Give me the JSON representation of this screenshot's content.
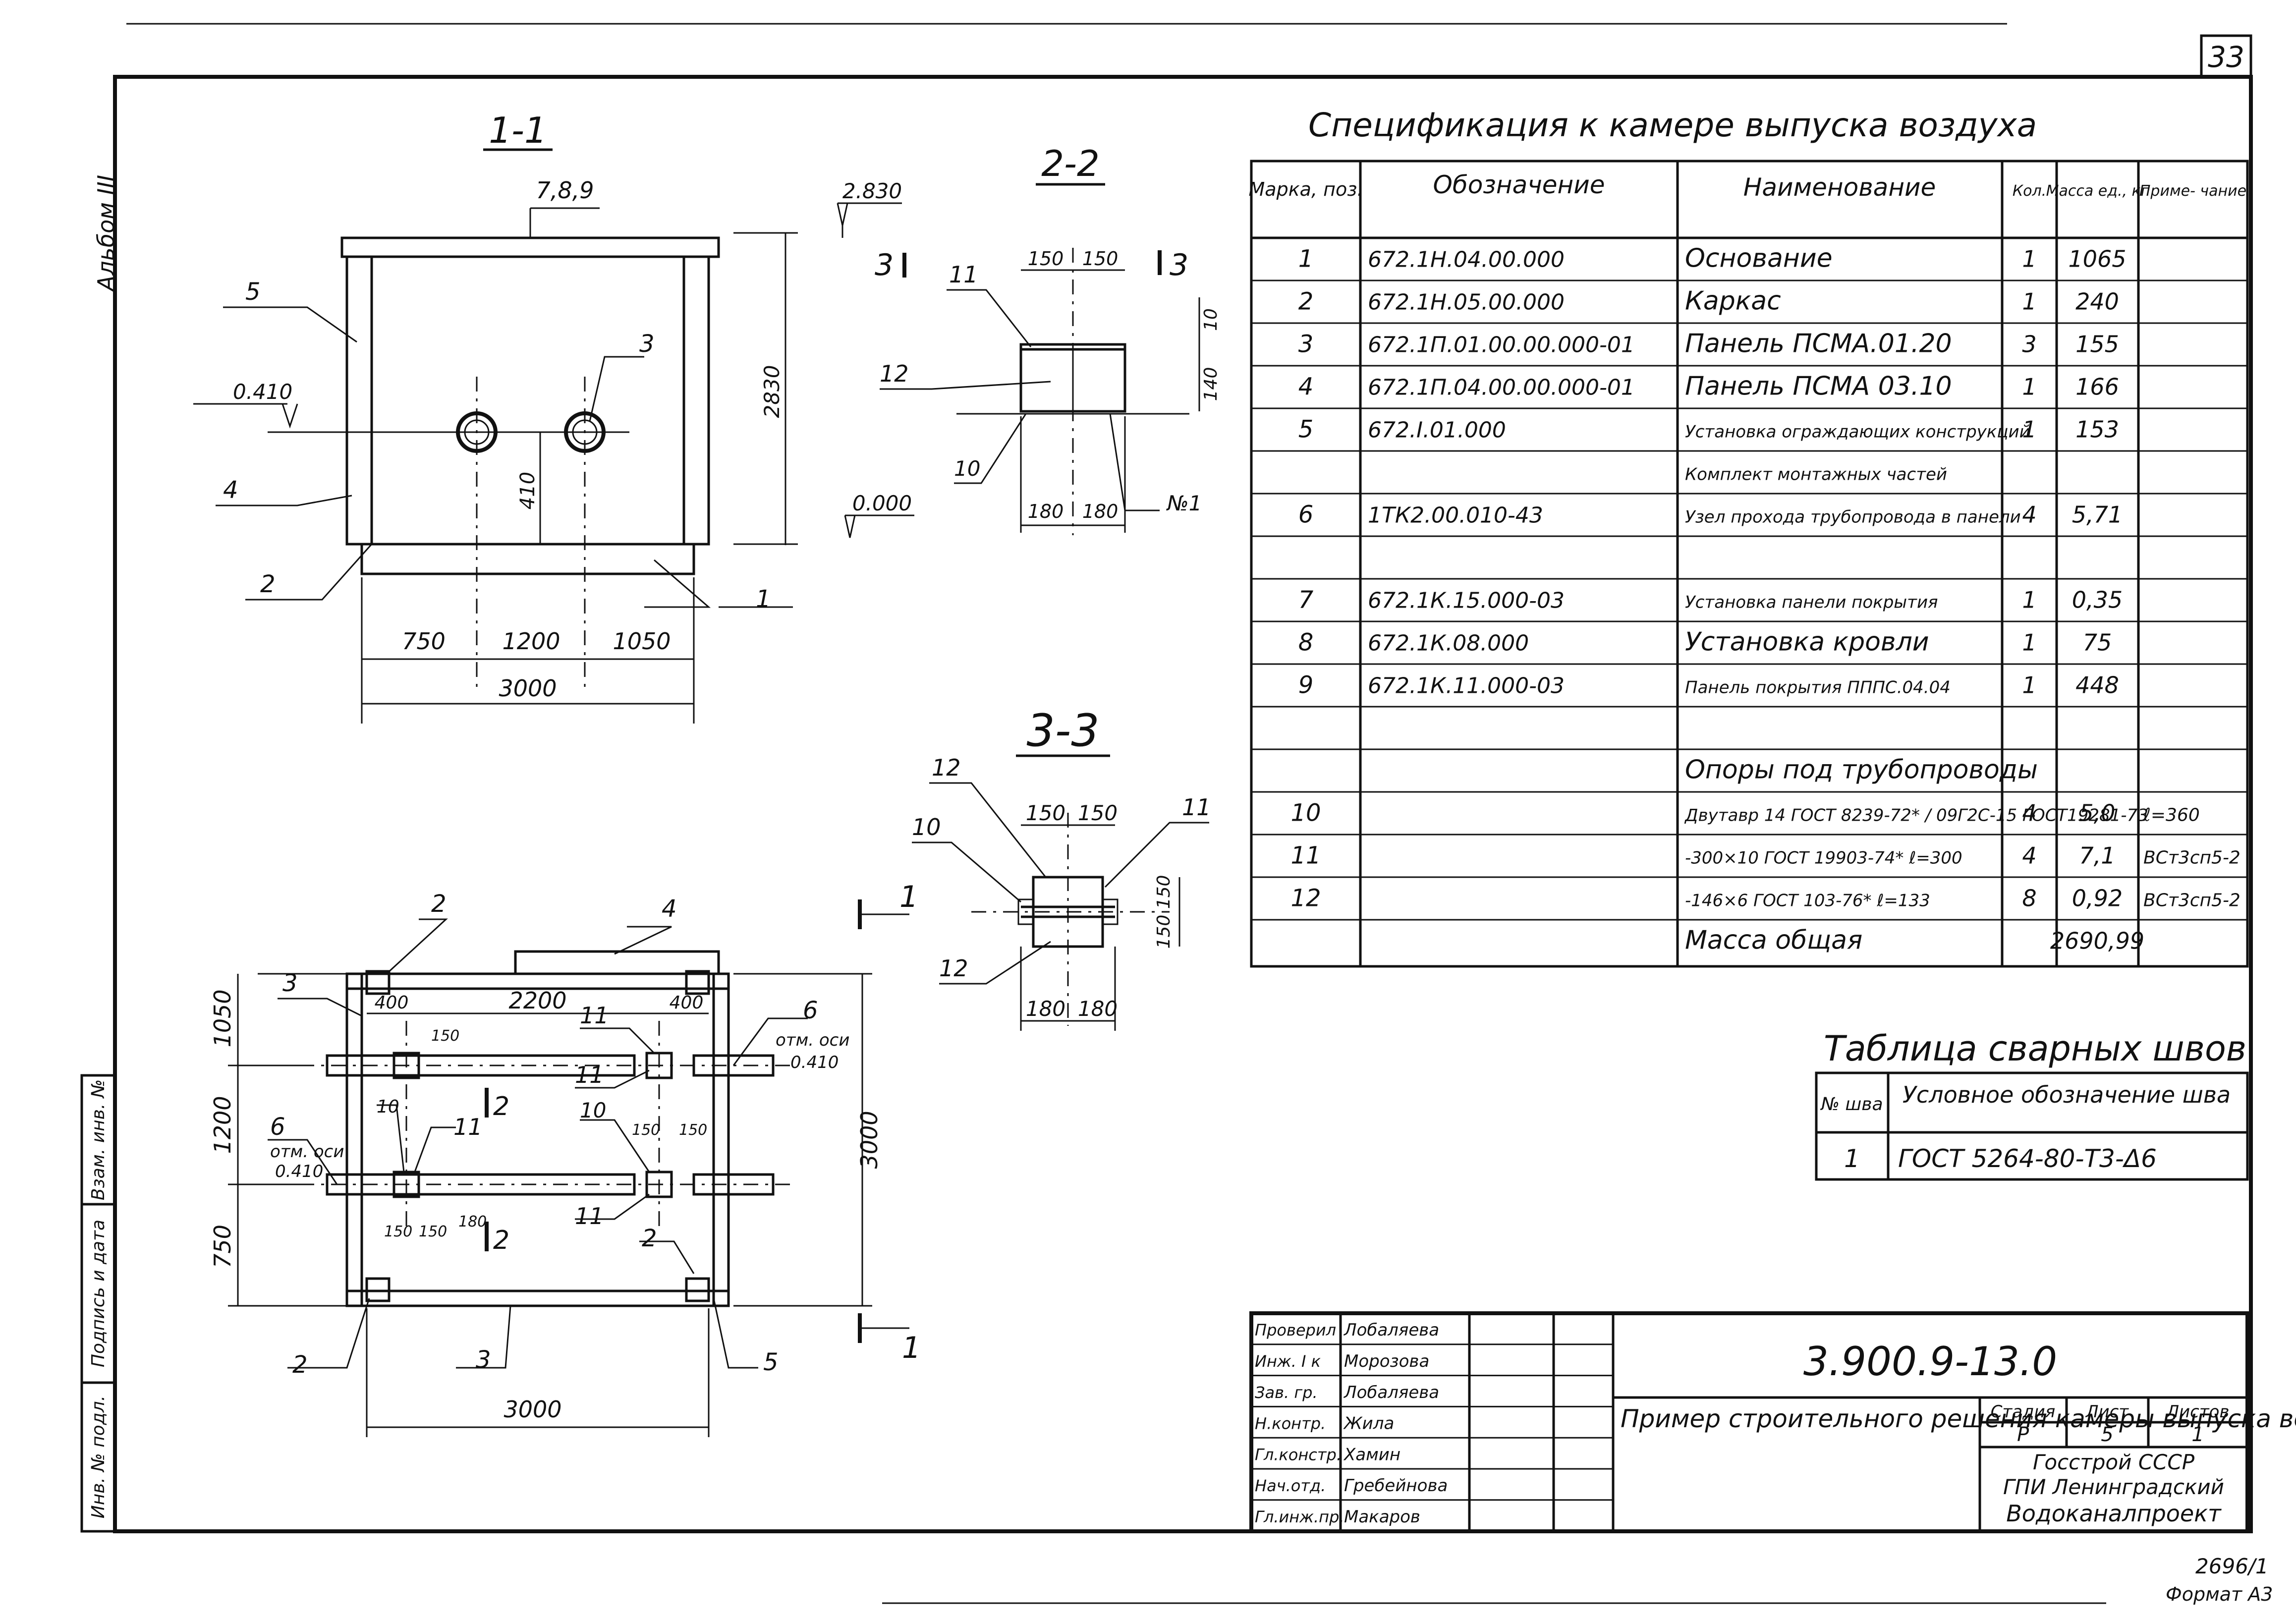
{
  "sheet_number": "33",
  "album_label": "Альбом III",
  "spec": {
    "title": "Спецификация к камере выпуска воздуха",
    "headers": {
      "mark": "Марка, поз.",
      "designation": "Обозначение",
      "name": "Наименование",
      "qty": "Кол.",
      "mass": "Масса ед., кг",
      "note": "Приме- чание"
    },
    "rows": [
      {
        "pos": "1",
        "designation": "672.1Н.04.00.000",
        "name": "Основание",
        "qty": "1",
        "mass": "1065",
        "note": ""
      },
      {
        "pos": "2",
        "designation": "672.1Н.05.00.000",
        "name": "Каркас",
        "qty": "1",
        "mass": "240",
        "note": ""
      },
      {
        "pos": "3",
        "designation": "672.1П.01.00.00.000-01",
        "name": "Панель ПСМА.01.20",
        "qty": "3",
        "mass": "155",
        "note": ""
      },
      {
        "pos": "4",
        "designation": "672.1П.04.00.00.000-01",
        "name": "Панель ПСМА 03.10",
        "qty": "1",
        "mass": "166",
        "note": ""
      },
      {
        "pos": "5",
        "designation": "672.I.01.000",
        "name": "Установка ограждающих конструкций",
        "qty": "1",
        "mass": "153",
        "note": ""
      },
      {
        "pos": "",
        "designation": "",
        "name": "Комплект монтажных частей",
        "qty": "",
        "mass": "",
        "note": ""
      },
      {
        "pos": "6",
        "designation": "1ТК2.00.010-43",
        "name": "Узел прохода трубопровода в панели",
        "qty": "4",
        "mass": "5,71",
        "note": ""
      },
      {
        "pos": "",
        "designation": "",
        "name": "",
        "qty": "",
        "mass": "",
        "note": ""
      },
      {
        "pos": "7",
        "designation": "672.1К.15.000-03",
        "name": "Установка панели покрытия",
        "qty": "1",
        "mass": "0,35",
        "note": ""
      },
      {
        "pos": "8",
        "designation": "672.1К.08.000",
        "name": "Установка кровли",
        "qty": "1",
        "mass": "75",
        "note": ""
      },
      {
        "pos": "9",
        "designation": "672.1К.11.000-03",
        "name": "Панель покрытия ПППС.04.04",
        "qty": "1",
        "mass": "448",
        "note": ""
      },
      {
        "pos": "",
        "designation": "",
        "name": "",
        "qty": "",
        "mass": "",
        "note": ""
      },
      {
        "pos": "",
        "designation": "",
        "name": "Опоры под трубопроводы",
        "qty": "",
        "mass": "",
        "note": ""
      },
      {
        "pos": "10",
        "designation": "",
        "name": "Двутавр 14 ГОСТ 8239-72* / 09Г2С-15 ГОСТ19281-73",
        "qty": "4",
        "mass": "5,0",
        "note": "ℓ=360"
      },
      {
        "pos": "11",
        "designation": "",
        "name": "-300×10 ГОСТ 19903-74* ℓ=300",
        "qty": "4",
        "mass": "7,1",
        "note": "ВСт3сп5-2"
      },
      {
        "pos": "12",
        "designation": "",
        "name": "-146×6 ГОСТ 103-76* ℓ=133",
        "qty": "8",
        "mass": "0,92",
        "note": "ВСт3сп5-2"
      },
      {
        "pos": "",
        "designation": "",
        "name": "Масса общая",
        "qty": "",
        "mass": "2690,99",
        "note": ""
      }
    ]
  },
  "weld": {
    "title": "Таблица сварных швов",
    "headers": {
      "no": "№ шва",
      "symbol": "Условное обозначение шва"
    },
    "rows": [
      {
        "no": "1",
        "symbol": "ГОСТ 5264-80-Т3-Δ6"
      }
    ]
  },
  "title_block": {
    "code": "3.900.9-13.0",
    "description": "Пример строительного решения камеры выпуска воздуха.",
    "stage_label": "Стадия",
    "sheet_label": "Лист",
    "sheets_label": "Листов",
    "stage": "Р",
    "sheet": "5",
    "sheets": "1",
    "org_line1": "Госстрой СССР",
    "org_line2": "ГПИ Ленинградский",
    "org_line3": "Водоканалпроект",
    "people": [
      {
        "role": "Проверил",
        "name": "Лобаляева"
      },
      {
        "role": "Инж. I к",
        "name": "Морозова"
      },
      {
        "role": "Зав. гр.",
        "name": "Лобаляева"
      },
      {
        "role": "Н.контр.",
        "name": "Жила"
      },
      {
        "role": "Гл.констр.",
        "name": "Хамин"
      },
      {
        "role": "Нач.отд.",
        "name": "Гребейнова"
      },
      {
        "role": "Гл.инж.пр.",
        "name": "Макаров"
      }
    ]
  },
  "side_block": {
    "inv_orig": "Инв. № подл.",
    "sign_date": "Подпись и дата",
    "inv_repl": "Взам. инв. №"
  },
  "footer": {
    "number": "2696/1",
    "format": "Формат А3"
  },
  "views": {
    "v11": {
      "title": "1-1",
      "label_top": "7,8,9",
      "elev_top": "2.830",
      "elev_mid": "0.410",
      "elev_bot": "0.000",
      "height_dim": "2830",
      "dim_410": "410",
      "dims": [
        "750",
        "1200",
        "1050"
      ],
      "total": "3000",
      "labels": [
        "5",
        "3",
        "4",
        "2",
        "1"
      ],
      "cut": "3"
    },
    "v22": {
      "title": "2-2",
      "top_dims": [
        "150",
        "150"
      ],
      "bot_dims": [
        "180",
        "180"
      ],
      "dim_10": "10",
      "dim_140": "140",
      "labels": [
        "11",
        "12",
        "10"
      ],
      "weld": "№1",
      "cut": "3"
    },
    "v33": {
      "title": "3-3",
      "top_dims": [
        "150",
        "150"
      ],
      "bot_dims": [
        "180",
        "180"
      ],
      "side_dim": "150 150",
      "labels": [
        "12",
        "10",
        "11",
        "12"
      ],
      "cut": "1"
    },
    "plan": {
      "top_dims": [
        "400",
        "2200",
        "400"
      ],
      "left_dims": [
        "1050",
        "1200",
        "750"
      ],
      "right_dim": "3000",
      "bottom_dim": "3000",
      "elev_label": "отм. оси",
      "elev_value": "0.410",
      "small_150": "150",
      "small_180": "180",
      "labels": [
        "2",
        "4",
        "3",
        "6",
        "11",
        "10",
        "11",
        "6",
        "10",
        "11",
        "2",
        "2",
        "3",
        "5",
        "11"
      ],
      "section_mark": "2",
      "cut_mark": "1"
    }
  }
}
